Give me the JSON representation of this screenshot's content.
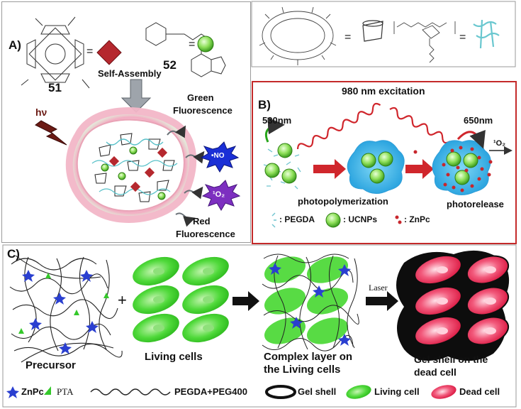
{
  "panel_a": {
    "letter": "A)",
    "compound_51": "51",
    "compound_52": "52",
    "equals_1": "=",
    "equals_2": "=",
    "self_assembly": "Self-Assembly",
    "hv": "hν",
    "green_fluorescence_1": "Green",
    "green_fluorescence_2": "Fluorescence",
    "no_label": "•NO",
    "singlet_o2": "¹O₂",
    "red_fluorescence_1": "Red",
    "red_fluorescence_2": "Fluorescence"
  },
  "top_right": {
    "equals_1": "=",
    "equals_2": "="
  },
  "panel_b": {
    "letter": "B)",
    "excitation": "980 nm excitation",
    "wl_530": "530nm",
    "wl_650": "650nm",
    "singlet_o2": "¹O₂",
    "photopolymerization": "photopolymerization",
    "photorelease": "photorelease",
    "legend_pegda": ": PEGDA",
    "legend_ucnps": ": UCNPs",
    "legend_znpc": ": ZnPc"
  },
  "panel_c": {
    "letter": "C)",
    "plus": "+",
    "precursor": "Precursor",
    "living_cells": "Living cells",
    "complex_1": "Complex layer on",
    "complex_2": "the Living cells",
    "laser": "Laser",
    "gel_shell_1": "Gel  shell  on  the",
    "gel_shell_2": "dead cell",
    "legend_znpc": "ZnPc",
    "legend_pta": "PTA",
    "legend_pegda": "PEGDA+PEG400",
    "legend_gel": "Gel shell",
    "legend_living": "Living cell",
    "legend_dead": "Dead cell"
  }
}
